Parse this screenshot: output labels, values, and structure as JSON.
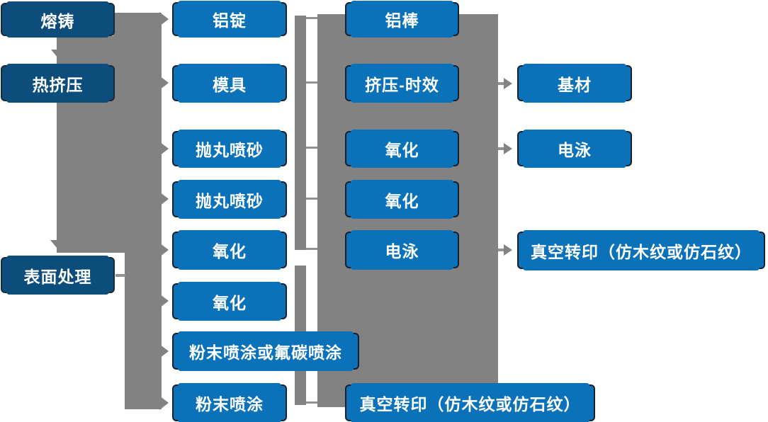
{
  "diagram_title": "aluminium-profile-process-flowchart",
  "colors": {
    "node_blue": "#0b71b8",
    "node_dark_blue": "#0d4d7c",
    "connector_gray": "#828282",
    "text_white": "#ffffff"
  },
  "nodes": {
    "melt_cast": "熔铸",
    "hot_extrusion": "热挤压",
    "surface_treatment": "表面处理",
    "al_ingot": "铝锭",
    "mold": "模具",
    "shot_blast_1": "抛丸喷砂",
    "shot_blast_2": "抛丸喷砂",
    "oxidation_1": "氧化",
    "oxidation_2": "氧化",
    "powder_or_fluorocarbon": "粉末喷涂或氟碳喷涂",
    "powder_coating": "粉末喷涂",
    "al_rod": "铝棒",
    "extrusion_aging": "挤压-时效",
    "oxidation_3": "氧化",
    "oxidation_4": "氧化",
    "electrophoresis_1": "电泳",
    "vacuum_transfer_1": "真空转印（仿木纹或仿石纹）",
    "base_material": "基材",
    "electrophoresis_2": "电泳",
    "vacuum_transfer_2": "真空转印（仿木纹或仿石纹）"
  }
}
